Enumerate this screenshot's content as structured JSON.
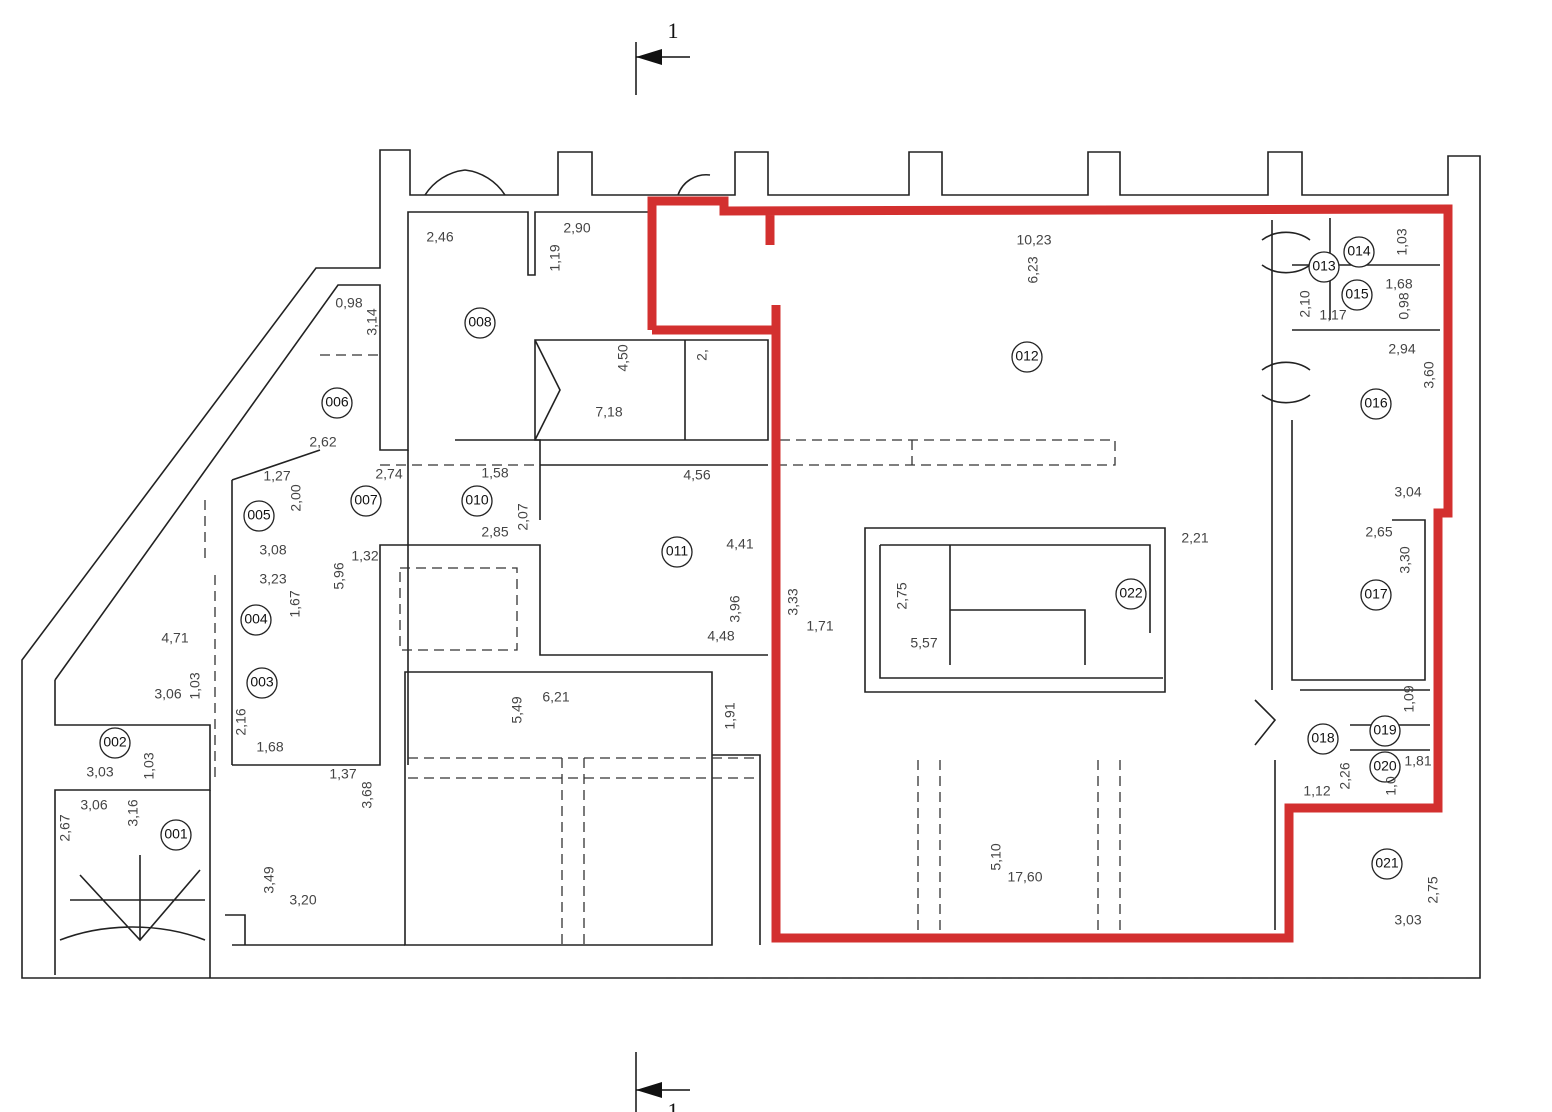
{
  "section_mark": {
    "top": "1",
    "bottom": "1"
  },
  "colors": {
    "highlight": "#d3302f",
    "walls": "#222222"
  },
  "rooms": [
    {
      "id": "001"
    },
    {
      "id": "002"
    },
    {
      "id": "003"
    },
    {
      "id": "004"
    },
    {
      "id": "005"
    },
    {
      "id": "006"
    },
    {
      "id": "007"
    },
    {
      "id": "008"
    },
    {
      "id": "010"
    },
    {
      "id": "011"
    },
    {
      "id": "012"
    },
    {
      "id": "013"
    },
    {
      "id": "014"
    },
    {
      "id": "015"
    },
    {
      "id": "016"
    },
    {
      "id": "017"
    },
    {
      "id": "018"
    },
    {
      "id": "019"
    },
    {
      "id": "020"
    },
    {
      "id": "021"
    },
    {
      "id": "022"
    }
  ],
  "dims": [
    "2,46",
    "2,90",
    "1,19",
    "0,98",
    "3,14",
    "4,50",
    "2,",
    "7,18",
    "2,62",
    "1,27",
    "2,74",
    "1,58",
    "2,00",
    "4,56",
    "2,07",
    "2,85",
    "3,08",
    "1,32",
    "3,23",
    "5,96",
    "1,67",
    "4,41",
    "3,33",
    "1,71",
    "3,96",
    "4,48",
    "4,71",
    "3,06",
    "1,03",
    "2,16",
    "1,68",
    "3,03",
    "1,03",
    "1,37",
    "3,68",
    "3,06",
    "3,16",
    "2,67",
    "5,49",
    "6,21",
    "1,91",
    "3,49",
    "3,20",
    "10,23",
    "6,23",
    "1,03",
    "1,68",
    "0,98",
    "2,10",
    "1,17",
    "2,94",
    "3,60",
    "3,04",
    "2,65",
    "3,30",
    "2,21",
    "2,75",
    "5,57",
    "1,09",
    "1,81",
    "1,0",
    "2,26",
    "1,12",
    "5,10",
    "17,60",
    "2,75",
    "3,03"
  ]
}
